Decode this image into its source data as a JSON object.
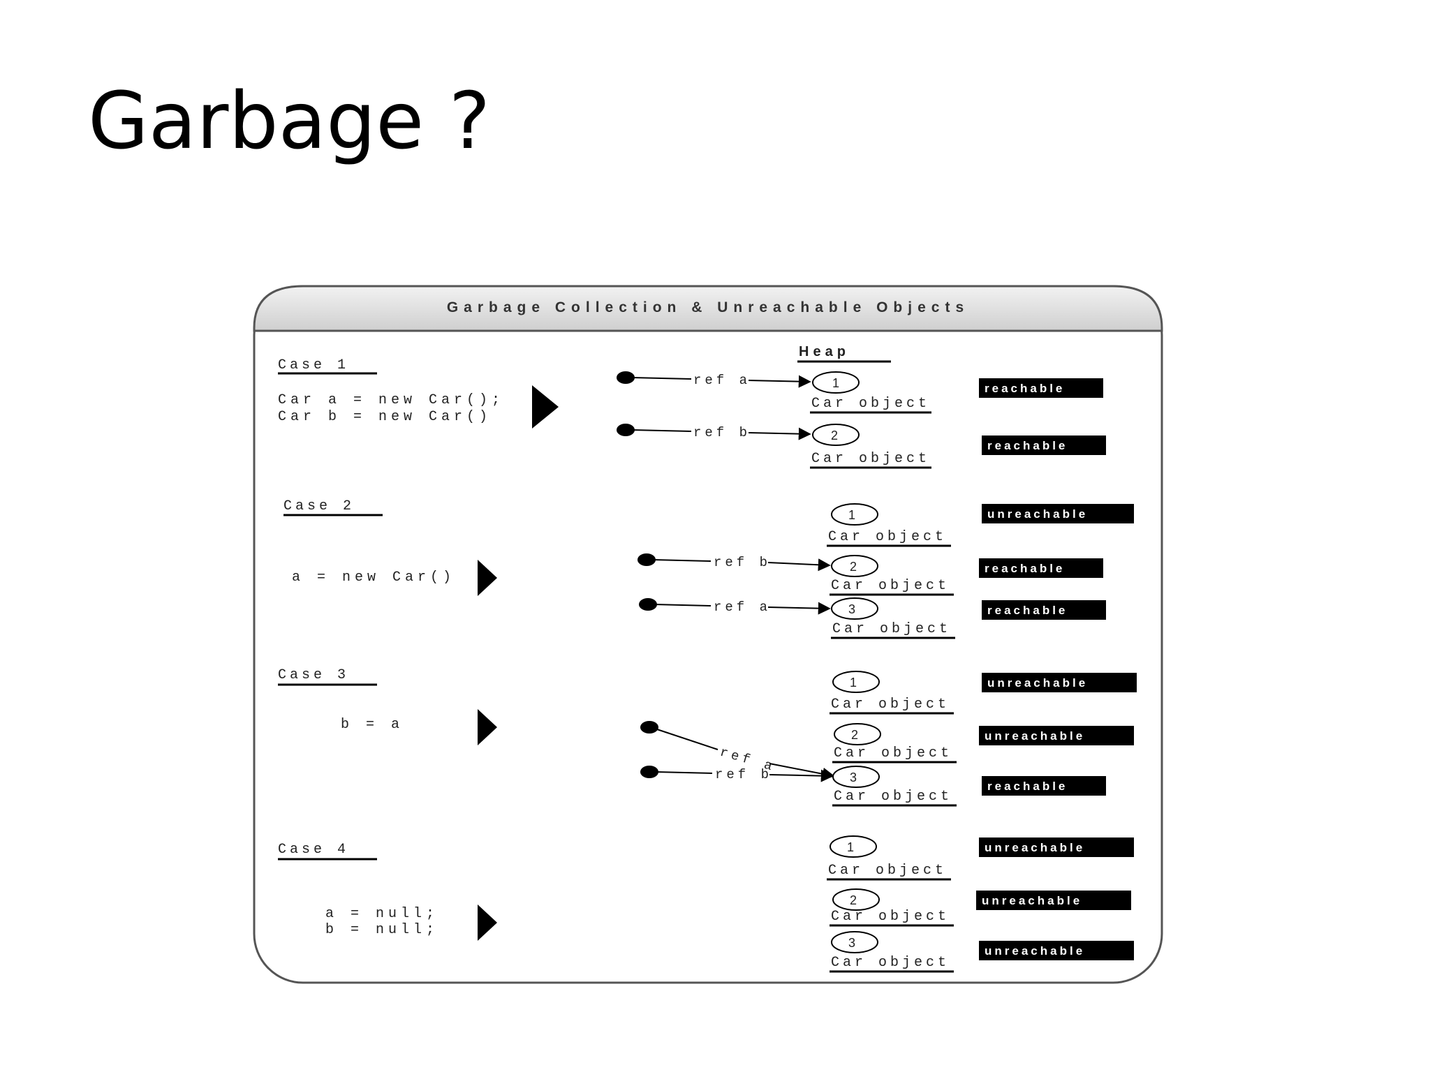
{
  "slide": {
    "title": "Garbage ?"
  },
  "diagram": {
    "header": "Garbage Collection & Unreachable Objects",
    "heap_label": "Heap",
    "object_label": "Car object",
    "cases": [
      {
        "label": "Case 1",
        "code": [
          "Car a = new Car();",
          "Car b = new Car()"
        ]
      },
      {
        "label": "Case 2",
        "code": [
          "a = new Car()"
        ]
      },
      {
        "label": "Case 3",
        "code": [
          "b = a"
        ]
      },
      {
        "label": "Case 4",
        "code": [
          "a = null;",
          "b = null;"
        ]
      }
    ],
    "refs": {
      "a": "ref a",
      "b": "ref b"
    },
    "numbers": {
      "one": "1",
      "two": "2",
      "three": "3"
    },
    "status": {
      "reachable": "reachable",
      "unreachable": "unreachable"
    }
  }
}
